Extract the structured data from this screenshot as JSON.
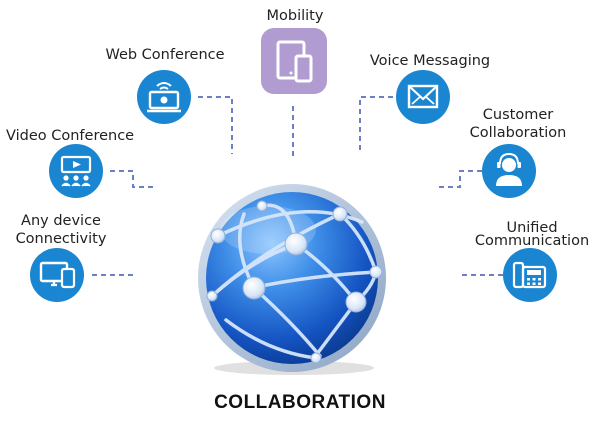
{
  "title": "COLLABORATION",
  "colors": {
    "icon_blue": "#1a86d2",
    "icon_purple": "#b19cd1",
    "connector": "#6d7fc4",
    "globe_dark": "#0a3a8f",
    "globe_light": "#3f8fe8"
  },
  "nodes": [
    {
      "id": "mobility",
      "lines": [
        "Mobility"
      ],
      "icon": "tablet-phone-icon"
    },
    {
      "id": "web-conference",
      "lines": [
        "Web Conference"
      ],
      "icon": "webcam-screen-icon"
    },
    {
      "id": "voice-messaging",
      "lines": [
        "Voice Messaging"
      ],
      "icon": "envelope-icon"
    },
    {
      "id": "video-conference",
      "lines": [
        "Video Conference"
      ],
      "icon": "presentation-screen-icon"
    },
    {
      "id": "customer-collaboration",
      "lines": [
        "Customer",
        "Collaboration"
      ],
      "icon": "headset-agent-icon"
    },
    {
      "id": "any-device",
      "lines": [
        "Any device",
        "Connectivity"
      ],
      "icon": "monitor-phone-icon"
    },
    {
      "id": "unified-communication",
      "lines": [
        "Unified",
        "Communication"
      ],
      "icon": "desk-phone-icon"
    }
  ]
}
